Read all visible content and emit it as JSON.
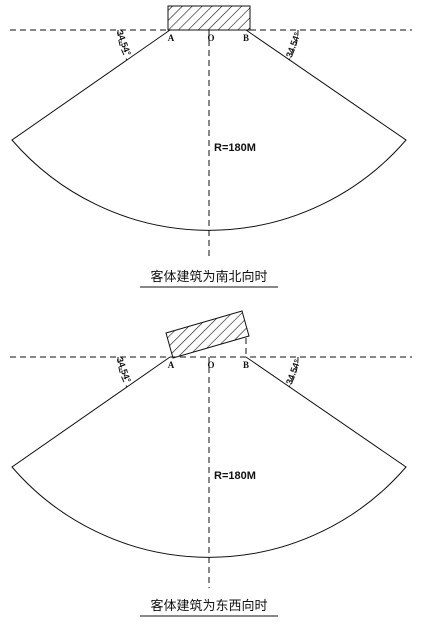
{
  "diagrams": [
    {
      "label_a": "A",
      "label_o": "O",
      "label_b": "B",
      "angle_left": "34.54°",
      "angle_right": "34.54°",
      "radius": "R=180M",
      "caption": "客体建筑为南北向时"
    },
    {
      "label_a": "A",
      "label_o": "O",
      "label_b": "B",
      "angle_left": "34.54°",
      "angle_right": "34.54°",
      "radius": "R=180M",
      "caption": "客体建筑为东西向时"
    }
  ]
}
